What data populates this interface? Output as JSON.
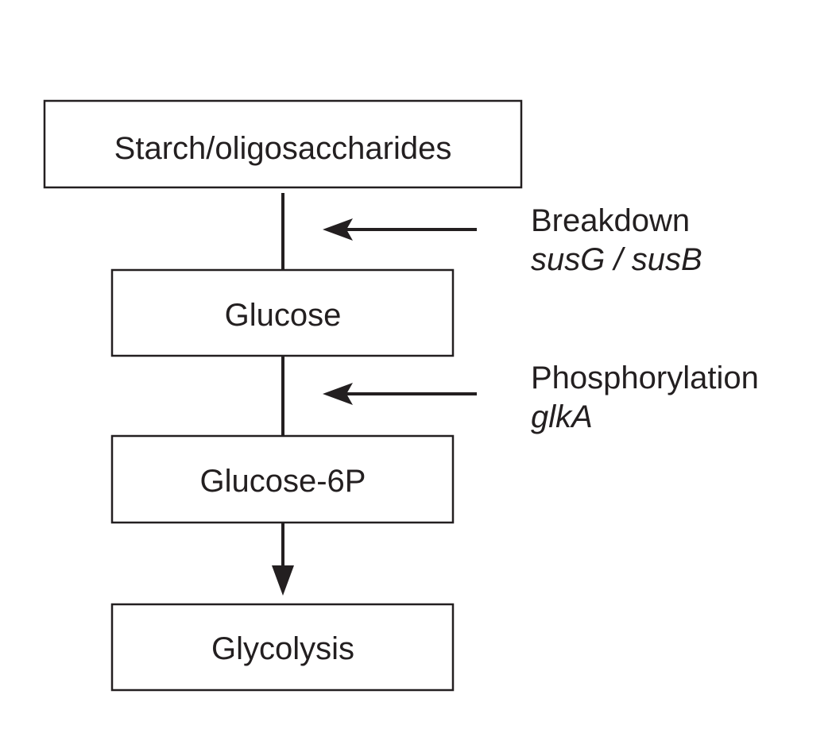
{
  "nodes": [
    {
      "id": "starch",
      "label": "Starch/oligosaccharides"
    },
    {
      "id": "glucose",
      "label": "Glucose"
    },
    {
      "id": "glucose6p",
      "label": "Glucose-6P"
    },
    {
      "id": "glycolysis",
      "label": "Glycolysis"
    }
  ],
  "steps": [
    {
      "process": "Breakdown",
      "genes": "susG / susB"
    },
    {
      "process": "Phosphorylation",
      "genes": "glkA"
    }
  ],
  "colors": {
    "ink": "#231f20",
    "background": "#ffffff"
  }
}
